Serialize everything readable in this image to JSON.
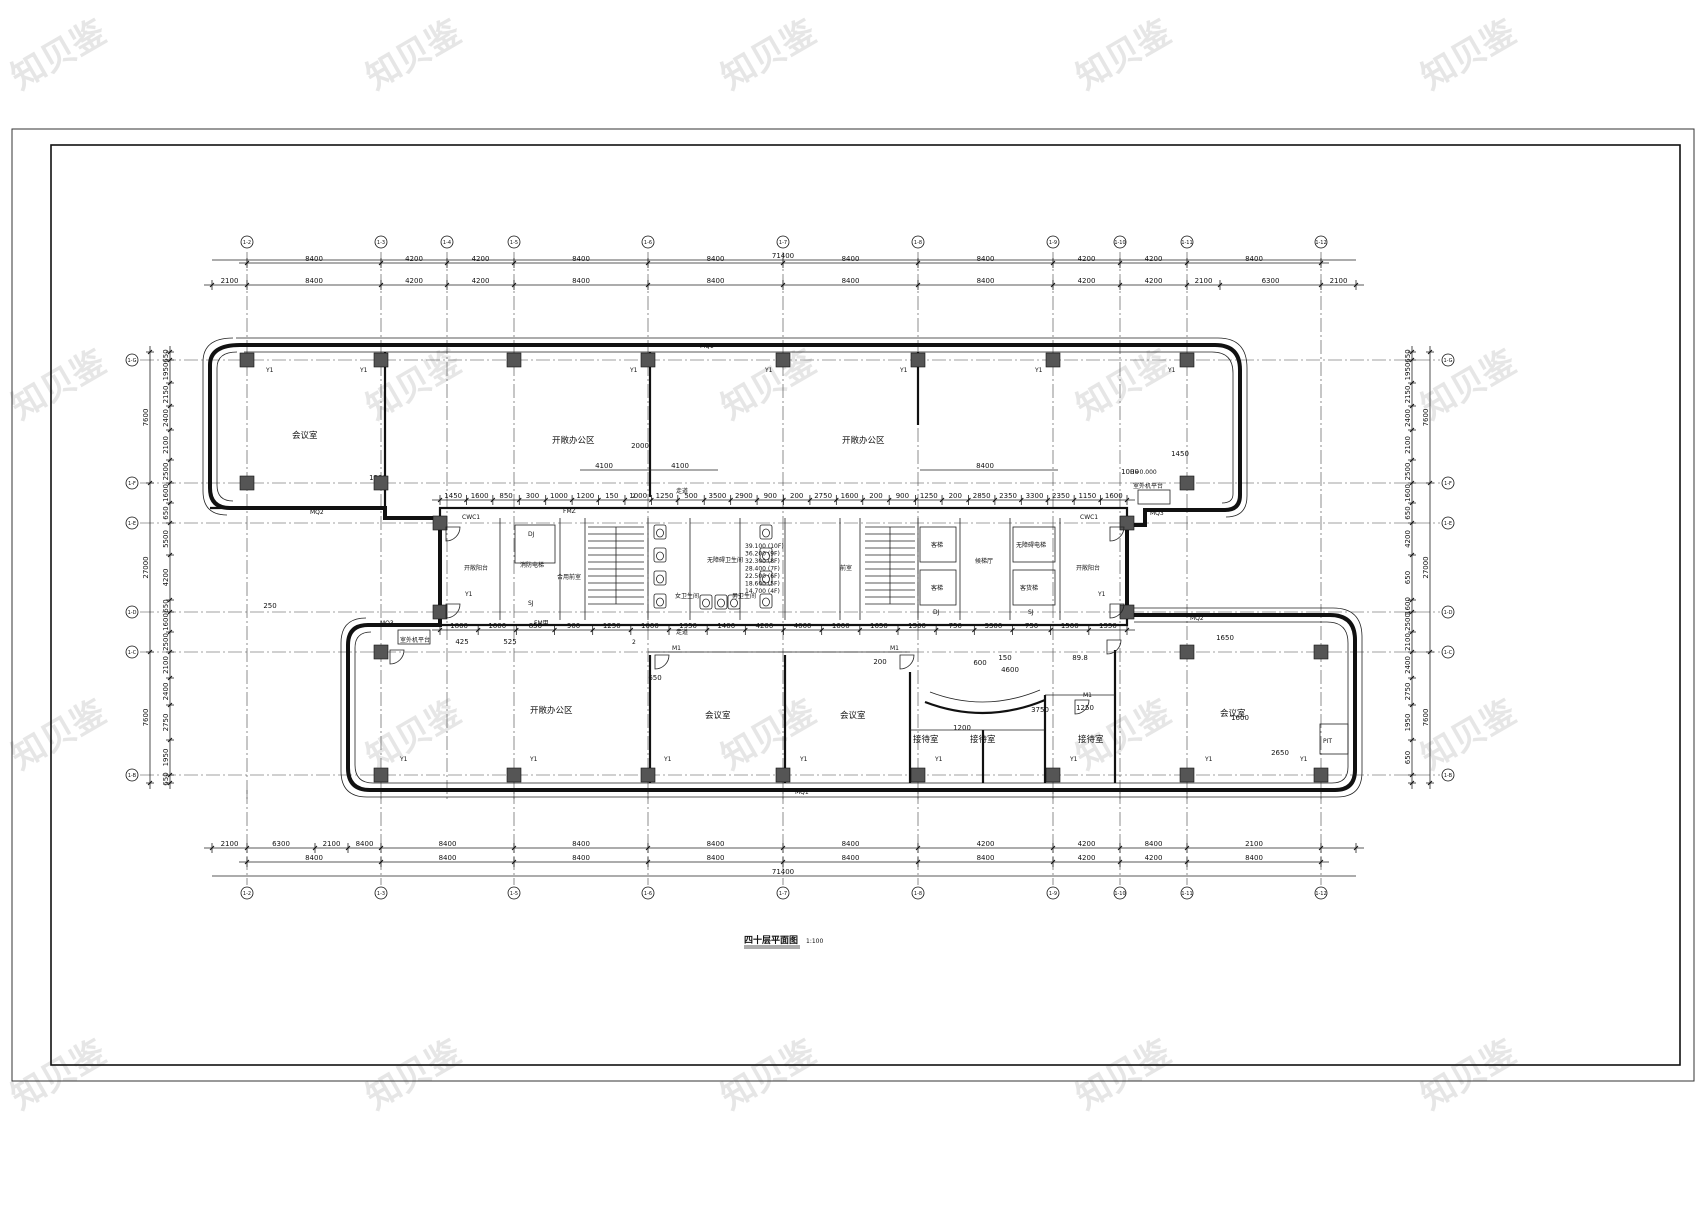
{
  "drawing": {
    "title": "四十层平面图",
    "scale": "1:100",
    "watermark": "知贝鉴"
  },
  "grid": {
    "top_axes": [
      "1-2",
      "1-3",
      "1-4",
      "1-5",
      "1-6",
      "1-7",
      "1-8",
      "1-9",
      "1-10",
      "1-11",
      "1-12"
    ],
    "bottom_axes": [
      "1-2",
      "1-3",
      "1-5",
      "1-6",
      "1-7",
      "1-8",
      "1-9",
      "1-10",
      "1-11",
      "1-12"
    ],
    "left_axes": [
      "1-G",
      "1-F",
      "1-E",
      "1-D",
      "1-C",
      "1-B"
    ],
    "right_axes": [
      "1-G",
      "1-F",
      "1-E",
      "1-D",
      "1-C",
      "1-B"
    ]
  },
  "dimensions": {
    "top_row1": [
      "8400",
      "4200",
      "4200",
      "8400",
      "8400",
      "8400",
      "8400",
      "4200",
      "4200",
      "8400"
    ],
    "top_row2": [
      "2100",
      "8400",
      "4200",
      "4200",
      "8400",
      "8400",
      "8400",
      "8400",
      "4200",
      "4200",
      "2100",
      "6300",
      "2100"
    ],
    "top_total": "71400",
    "bottom_row1": [
      "2100",
      "6300",
      "2100",
      "8400",
      "8400",
      "8400",
      "8400",
      "8400",
      "4200",
      "4200",
      "8400",
      "2100"
    ],
    "bottom_row2": [
      "8400",
      "8400",
      "8400",
      "8400",
      "8400",
      "8400",
      "4200",
      "4200",
      "8400"
    ],
    "bottom_total": "71400",
    "left_side": [
      "650",
      "1950",
      "2150",
      "2400",
      "2100",
      "2500",
      "1600",
      "650",
      "5500",
      "4200",
      "650",
      "1600",
      "2500",
      "2100",
      "2400",
      "2750",
      "1950",
      "650"
    ],
    "left_totals": [
      "7600",
      "27000",
      "7600"
    ],
    "right_side": [
      "650",
      "1950",
      "2150",
      "2400",
      "2100",
      "2500",
      "1600",
      "650",
      "4200",
      "650",
      "1600",
      "2500",
      "2100",
      "2400",
      "2750",
      "1950",
      "650"
    ],
    "right_totals": [
      "7600",
      "27000",
      "7600"
    ],
    "core_top": [
      "1450",
      "1600",
      "850",
      "300",
      "1000",
      "1200",
      "150",
      "1000",
      "1250",
      "500",
      "3500",
      "2900",
      "900",
      "200",
      "2750",
      "1600",
      "200",
      "900",
      "1250",
      "200",
      "2850",
      "2350",
      "3300",
      "2350",
      "1150",
      "1600"
    ],
    "core_bottom": [
      "1800",
      "1600",
      "850",
      "900",
      "1250",
      "1000",
      "1950",
      "1400",
      "4200",
      "4000",
      "1600",
      "1650",
      "1500",
      "750",
      "3300",
      "750",
      "1500",
      "1550"
    ],
    "misc": [
      "4100",
      "4100",
      "8400",
      "425",
      "525",
      "650",
      "200",
      "150",
      "250",
      "1300",
      "1000",
      "1450",
      "2650",
      "1650",
      "1600",
      "1200",
      "3750",
      "1250",
      "600",
      "4600",
      "89.8",
      "2000"
    ]
  },
  "rooms": {
    "meeting_nw": "会议室",
    "open_office_n1": "开敞办公区",
    "open_office_n2": "开敞办公区",
    "open_office_s": "开敞办公区",
    "meeting_s1": "会议室",
    "meeting_s2": "会议室",
    "meeting_se": "会议室",
    "reception1": "接待室",
    "reception2": "接待室",
    "reception3": "接待室",
    "balcony_w": "开敞阳台",
    "balcony_e": "开敞阳台",
    "fire_elevator": "消防电梯",
    "front_room": "合用前室",
    "no_barrier_wc": "无障碍卫生间",
    "women_wc": "女卫生间",
    "men_wc": "男卫生间",
    "front_room2": "前室",
    "corridor_n": "走道",
    "corridor_s": "走道",
    "passenger_lift1": "客梯",
    "passenger_lift2": "客梯",
    "lift_hall": "候梯厅",
    "no_barrier_lift": "无障碍电梯",
    "freight_lift": "客货梯",
    "ac_platform_w": "室外机平台",
    "ac_platform_e": "室外机平台",
    "dj1": "DJ",
    "sj1": "SJ",
    "dj2": "DJ",
    "sj2": "SJ",
    "pit": "PIT"
  },
  "labels": {
    "col_tag": "Y1",
    "door_m1": "M1",
    "window_mq1": "MQ1",
    "window_mq2": "MQ2",
    "window_mq3": "MQ3",
    "window_c": "CWC1",
    "fire_door": "FM甲",
    "fire_door2": "FMZ",
    "section": "2",
    "elev_mark": "H=0.000",
    "floor_heights": [
      "39.100 (10F)",
      "36.200 (9F)",
      "32.300 (8F)",
      "28.400 (7F)",
      "22.500 (6F)",
      "18.600 (5F)",
      "14.700 (4F)"
    ]
  }
}
